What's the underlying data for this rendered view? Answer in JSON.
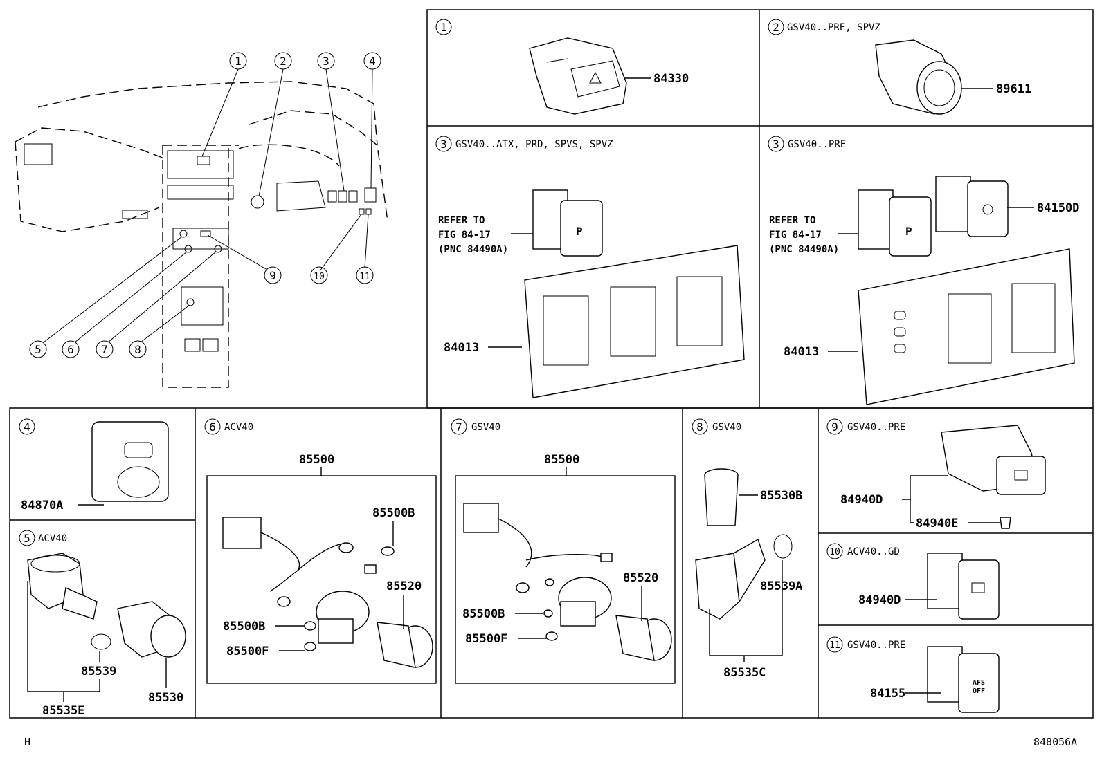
{
  "overview": {
    "callouts": [
      "1",
      "2",
      "3",
      "4",
      "5",
      "6",
      "7",
      "8",
      "9",
      "10",
      "11"
    ]
  },
  "panels": {
    "p1": {
      "index": "1",
      "header": "",
      "parts": [
        "84330"
      ]
    },
    "p2": {
      "index": "2",
      "header": "GSV40..PRE, SPVZ",
      "parts": [
        "89611"
      ]
    },
    "p3a": {
      "index": "3",
      "header": "GSV40..ATX, PRD, SPVS, SPVZ",
      "refer": [
        "REFER TO",
        "FIG 84-17",
        "(PNC 84490A)"
      ],
      "parts": [
        "84013"
      ]
    },
    "p3b": {
      "index": "3",
      "header": "GSV40..PRE",
      "refer": [
        "REFER TO",
        "FIG 84-17",
        "(PNC 84490A)"
      ],
      "parts": [
        "84150D",
        "84013"
      ]
    },
    "p4": {
      "index": "4",
      "header": "",
      "parts": [
        "84870A"
      ]
    },
    "p5": {
      "index": "5",
      "header": "ACV40",
      "parts": [
        "85539",
        "85530",
        "85535E"
      ]
    },
    "p6": {
      "index": "6",
      "header": "ACV40",
      "parts": [
        "85500",
        "85500B",
        "85520",
        "85500B",
        "85500F"
      ]
    },
    "p7": {
      "index": "7",
      "header": "GSV40",
      "parts": [
        "85500",
        "85520",
        "85500B",
        "85500F"
      ]
    },
    "p8": {
      "index": "8",
      "header": "GSV40",
      "parts": [
        "85530B",
        "85539A",
        "85535C"
      ]
    },
    "p9": {
      "index": "9",
      "header": "GSV40..PRE",
      "parts": [
        "84940D",
        "84940E"
      ]
    },
    "p10": {
      "index": "10",
      "header": "ACV40..GD",
      "parts": [
        "84940D"
      ]
    },
    "p11": {
      "index": "11",
      "header": "GSV40..PRE",
      "parts": [
        "84155"
      ]
    }
  },
  "footer": {
    "left": "H",
    "right": "848056A"
  },
  "icons": [
    "hazard-icon",
    "parking-sensor-icon",
    "fog-light-icon",
    "seat-heater-icon",
    "lighter-icon"
  ]
}
